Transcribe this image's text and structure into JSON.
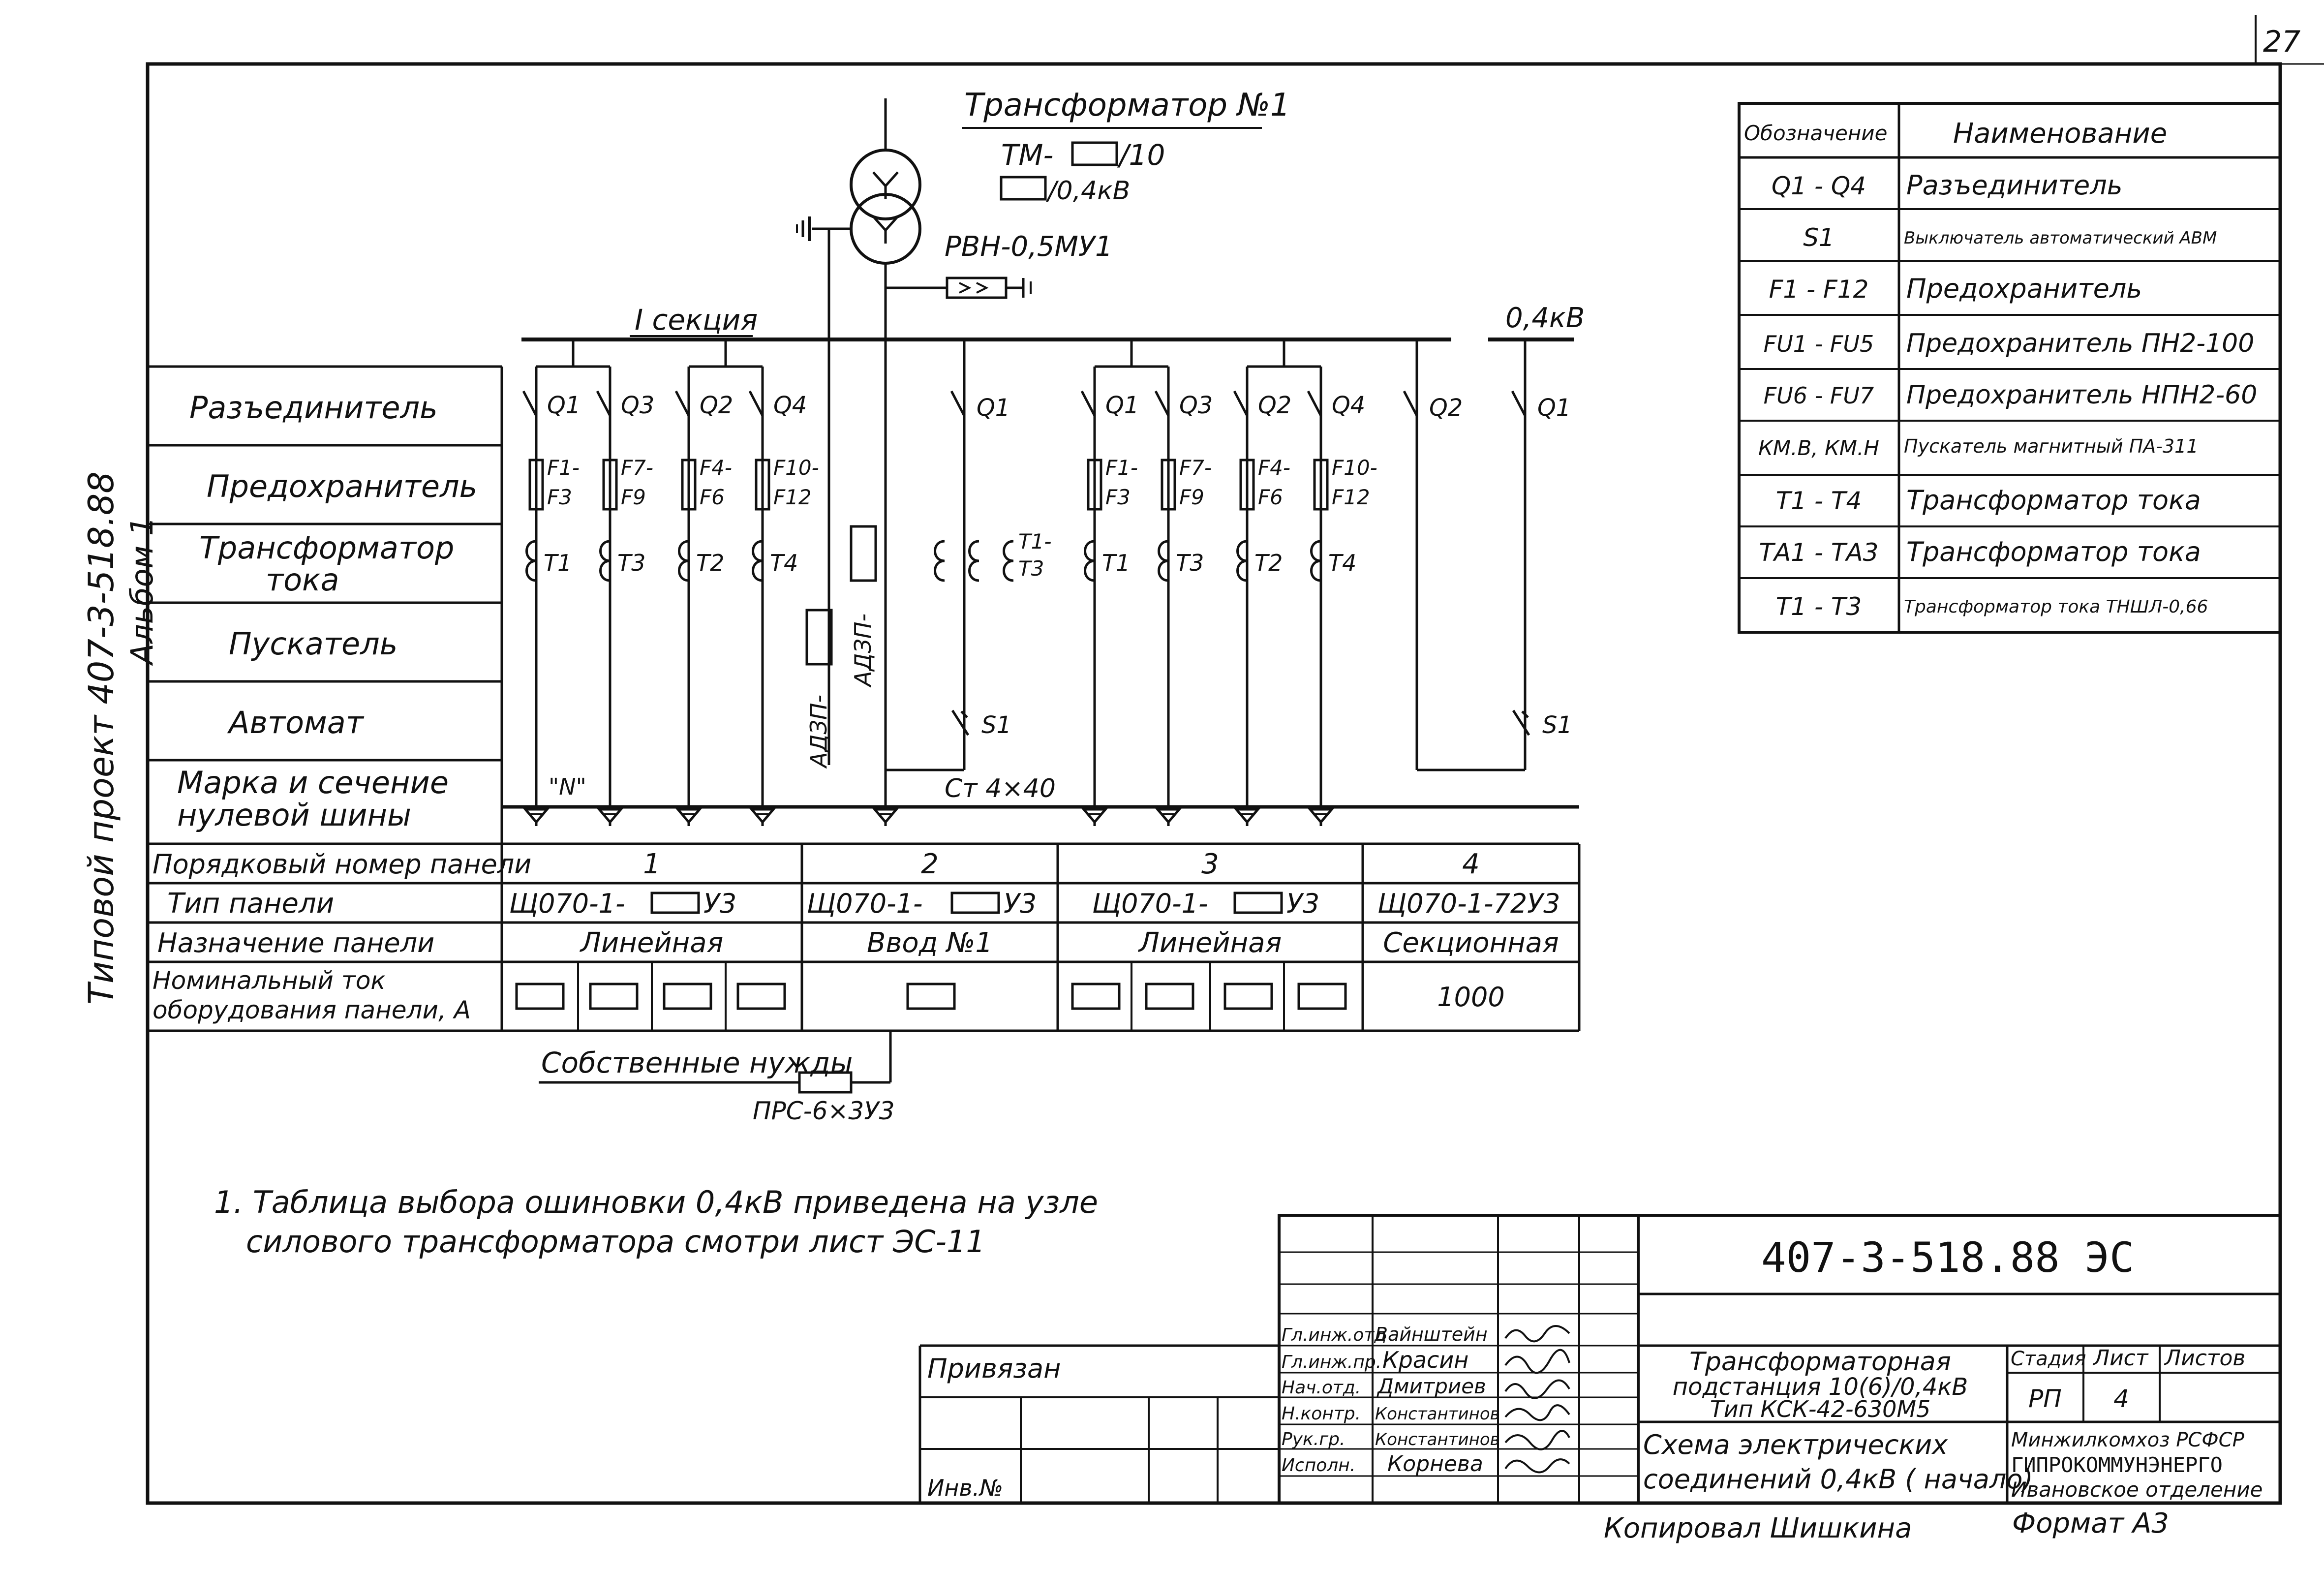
{
  "sheet_number": "27",
  "side_title": {
    "line1": "Типовой проект 407-3-518.88",
    "line2": "Альбом 1"
  },
  "transformer": {
    "title": "Трансформатор №1",
    "type_line1": "ТМ-",
    "type_line1_suffix": "/10",
    "type_line2": "/0,4кВ",
    "fuse_label": "РВН-0,5МУ1"
  },
  "bus": {
    "section_label": "I секция",
    "voltage_label": "0,4кВ",
    "zero_bus_label": "Cт 4×40",
    "neutral_mark": "\"N\""
  },
  "meters": {
    "left": "АДЗП-",
    "right": "АДЗП-"
  },
  "row_labels": [
    "Разъединитель",
    "Предохранитель",
    "Трансформатор",
    "тока",
    "Пускатель",
    "Автомат",
    "Марка и сечение",
    "нулевой шины"
  ],
  "device_labels": {
    "q": [
      "Q1",
      "Q3",
      "Q2",
      "Q4"
    ],
    "f": [
      [
        "F1-",
        "F3"
      ],
      [
        "F7-",
        "F9"
      ],
      [
        "F4-",
        "F6"
      ],
      [
        "F10-",
        "F12"
      ]
    ],
    "t": [
      "T1",
      "T3",
      "T2",
      "T4"
    ],
    "q_incomer": "Q1",
    "t_incomer": [
      "T1-",
      "T3"
    ],
    "s1": "S1",
    "q_section": [
      "Q2",
      "Q1"
    ]
  },
  "panel_table": {
    "rows": [
      {
        "label": "Порядковый номер панели",
        "cells": [
          "1",
          "2",
          "3",
          "4"
        ]
      },
      {
        "label": "Тип панели",
        "cells": [
          "Щ070-1-",
          "Щ070-1-",
          "Щ070-1-",
          "Щ070-1-72У3"
        ],
        "suffix": "У3"
      },
      {
        "label": "Назначение панели",
        "cells": [
          "Линейная",
          "Ввод №1",
          "Линейная",
          "Секционная"
        ]
      },
      {
        "label_line1": "Номинальный ток",
        "label_line2": "оборудования панели, А",
        "cells": [
          "",
          "",
          "",
          "1000"
        ]
      }
    ]
  },
  "aux": {
    "label": "Собственные нужды",
    "cable": "ПРС-6×3У3"
  },
  "note": {
    "line1": "1. Таблица выбора ошиновки 0,4кВ приведена на узле",
    "line2": "силового трансформатора смотри лист ЭС-11"
  },
  "legend": {
    "headers": [
      "Обозначение",
      "Наименование"
    ],
    "rows": [
      [
        "Q1 - Q4",
        "Разъединитель"
      ],
      [
        "S1",
        "Выключатель автоматический АВМ"
      ],
      [
        "F1 - F12",
        "Предохранитель"
      ],
      [
        "FU1 - FU5",
        "Предохранитель ПН2-100"
      ],
      [
        "FU6 - FU7",
        "Предохранитель НПН2-60"
      ],
      [
        "КМ.В, КМ.Н",
        "Пускатель магнитный ПА-311"
      ],
      [
        "T1 - T4",
        "Трансформатор тока"
      ],
      [
        "ТА1 - ТА3",
        "Трансформатор тока"
      ],
      [
        "T1 - T3",
        "Трансформатор тока ТНШЛ-0,66"
      ]
    ]
  },
  "title_block": {
    "doc_code": "407-3-518.88  ЭС",
    "tied": "Привязан",
    "inv": "Инв.№",
    "staff": [
      [
        "Гл.инж.отд",
        "Вайнштейн"
      ],
      [
        "Гл.инж.пр.",
        "Красин"
      ],
      [
        "Нач.отд.",
        "Дмитриев"
      ],
      [
        "Н.контр.",
        "Константинов"
      ],
      [
        "Рук.гр.",
        "Константинов"
      ],
      [
        "Исполн.",
        "Корнева"
      ]
    ],
    "object_line1": "Трансформаторная",
    "object_line2": "подстанция 10(6)/0,4кВ",
    "object_line3": "Тип КСК-42-630М5",
    "sheet_line1": "Схема электрических",
    "sheet_line2": "соединений 0,4кВ ( начало)",
    "stage_header": "Стадия",
    "sheet_header": "Лист",
    "sheets_header": "Листов",
    "stage": "РП",
    "sheet": "4",
    "org_line1": "Минжилкомхоз РСФСР",
    "org_line2": "ГИПРОКОММУНЭНЕРГО",
    "org_line3": "Ивановское отделение"
  },
  "copied": "Копировал Шишкина",
  "format": "Формат А3"
}
